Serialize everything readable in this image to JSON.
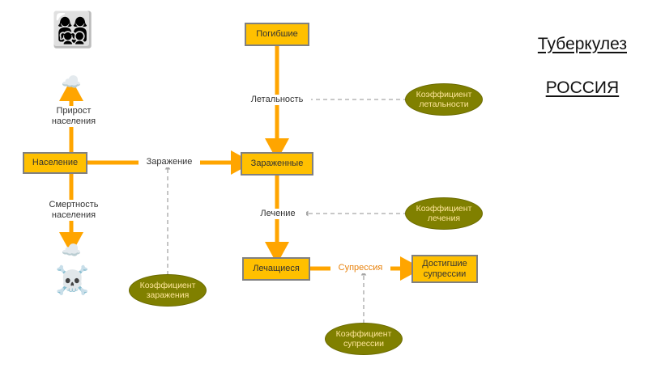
{
  "diagram": {
    "title_line1": "Туберкулез",
    "title_line2": "РОССИЯ",
    "stocks": [
      {
        "id": "naselenie",
        "label": "Население"
      },
      {
        "id": "pogibshie",
        "label": "Погибшие"
      },
      {
        "id": "zarazhennye",
        "label": "Зараженные"
      },
      {
        "id": "lechashchiesya",
        "label": "Лечащиеся"
      },
      {
        "id": "dostigshie",
        "label": "Достигшие\nсупрессии"
      }
    ],
    "parameters": [
      {
        "id": "koef-letalnosti",
        "label": "Коэффициент\nлетальности"
      },
      {
        "id": "koef-lecheniya",
        "label": "Коэффициент\nлечения"
      },
      {
        "id": "koef-zarazheniya",
        "label": "Коэффициент\nзаражения"
      },
      {
        "id": "koef-supressii",
        "label": "Коэффициент\nсупрессии"
      }
    ],
    "flows": [
      {
        "id": "prirost",
        "label": "Прирост\nнаселения"
      },
      {
        "id": "smertnost",
        "label": "Смертность\nнаселения"
      },
      {
        "id": "zarazhenie",
        "label": "Заражение"
      },
      {
        "id": "letalnost",
        "label": "Летальность"
      },
      {
        "id": "lechenie",
        "label": "Лечение"
      },
      {
        "id": "supressiya",
        "label": "Супрессия"
      }
    ],
    "emojis": [
      {
        "id": "family",
        "glyph": "👩‍👩‍👧‍👦",
        "name": "family-emoji"
      },
      {
        "id": "cloud-source",
        "glyph": "☁️",
        "name": "cloud-source-emoji"
      },
      {
        "id": "cloud-sink",
        "glyph": "☁️",
        "name": "cloud-sink-emoji"
      },
      {
        "id": "skull",
        "glyph": "☠️",
        "name": "skull-and-crossbones-emoji"
      }
    ],
    "colors": {
      "stock_fill": "#FFC000",
      "stock_border": "#808080",
      "parameter_fill": "#808000",
      "parameter_text": "#FFE699",
      "flow_arrow": "#FFA500",
      "link_line": "#A6A6A6",
      "title_text": "#111111"
    }
  }
}
